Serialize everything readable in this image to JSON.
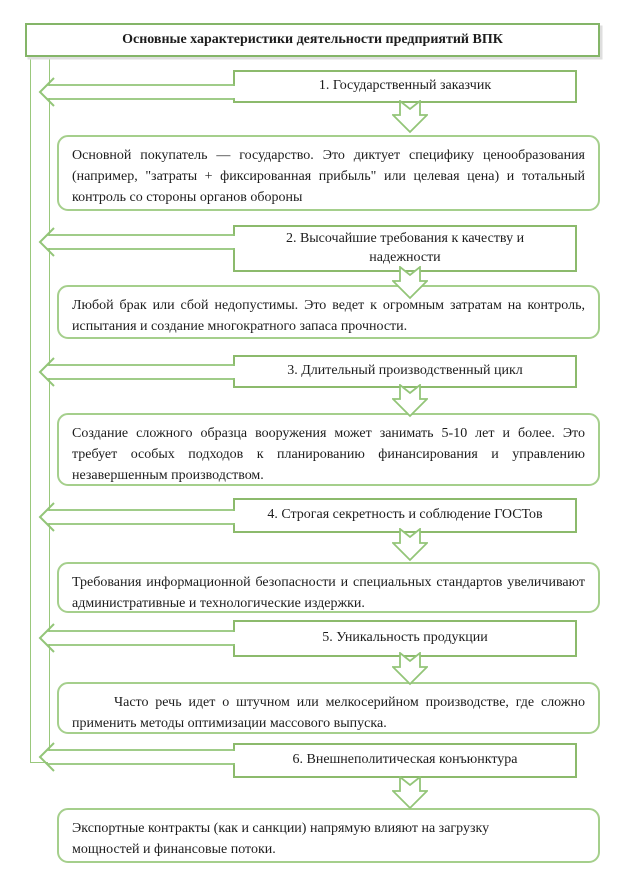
{
  "title": "Основные характеристики деятельности предприятий ВПК",
  "colors": {
    "box_border_green": "#8cba6c",
    "rounded_border_green": "#a5cf8c",
    "arrow_green": "#93c578",
    "title_border_green": "#84b568",
    "text": "#1c1c1c",
    "background": "#ffffff"
  },
  "icons": {
    "left_arrow": "hollow chevron arrow pointing left to feedback bar",
    "down_arrow": "hollow chevron arrow pointing down"
  },
  "sections": [
    {
      "label": "1. Государственный заказчик",
      "description": "Основной покупатель — государство. Это диктует специфику ценообразования (например, \"затраты + фиксированная прибыль\" или целевая цена) и тотальный контроль со стороны органов обороны"
    },
    {
      "label": "2. Высочайшие требования к качеству и\nнадежности",
      "description": "Любой брак или сбой недопустимы. Это ведет к огромным затратам на контроль, испытания и создание многократного запаса прочности."
    },
    {
      "label": "3. Длительный производственный цикл",
      "description": "Создание сложного образца вооружения может занимать 5-10 лет и более. Это требует особых подходов к планированию финансирования и управлению незавершенным производством."
    },
    {
      "label": "4. Строгая секретность и соблюдение ГОСТов",
      "description": "Требования информационной безопасности и специальных стандартов увеличивают административные и технологические издержки."
    },
    {
      "label": "5. Уникальность продукции",
      "description": "Часто речь идет о штучном или мелкосерийном производстве, где сложно применить методы оптимизации массового выпуска."
    },
    {
      "label": "6. Внешнеполитическая конъюнктура",
      "description": "Экспортные контракты (как и санкции) напрямую влияют на загрузку\nмощностей и финансовые потоки."
    }
  ]
}
